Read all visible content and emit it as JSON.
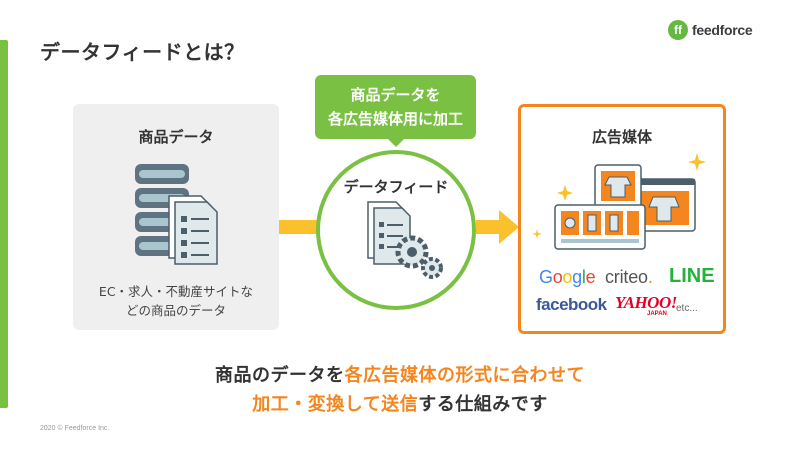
{
  "title": "データフィードとは？",
  "logo": {
    "mark": "ff",
    "text": "feedforce"
  },
  "left_panel": {
    "heading": "商品データ",
    "caption_line1": "EC・求人・不動産サイトな",
    "caption_line2": "どの商品のデータ"
  },
  "bubble": {
    "line1": "商品データを",
    "line2": "各広告媒体用に加工"
  },
  "center": {
    "heading": "データフィード"
  },
  "right_panel": {
    "heading": "広告媒体",
    "brands": {
      "google": "Google",
      "criteo": "criteo",
      "line": "LINE",
      "facebook": "facebook",
      "yahoo": "YAHOO!",
      "yahoo_sub": "JAPAN",
      "etc": "etc..."
    }
  },
  "bottom": {
    "line1_a": "商品のデータを",
    "line1_b": "各広告媒体の形式に合わせて",
    "line2_a": "加工・変換して送信",
    "line2_b": "する仕組みです"
  },
  "footer": "2020 © Feedforce Inc.",
  "colors": {
    "green": "#7ac043",
    "orange": "#f5861f",
    "yellow": "#fbc12d",
    "gray_panel": "#efefef"
  },
  "icons": [
    "database-icon",
    "document-icon",
    "gear-icon",
    "sparkle-icon",
    "ad-screen-icon"
  ]
}
